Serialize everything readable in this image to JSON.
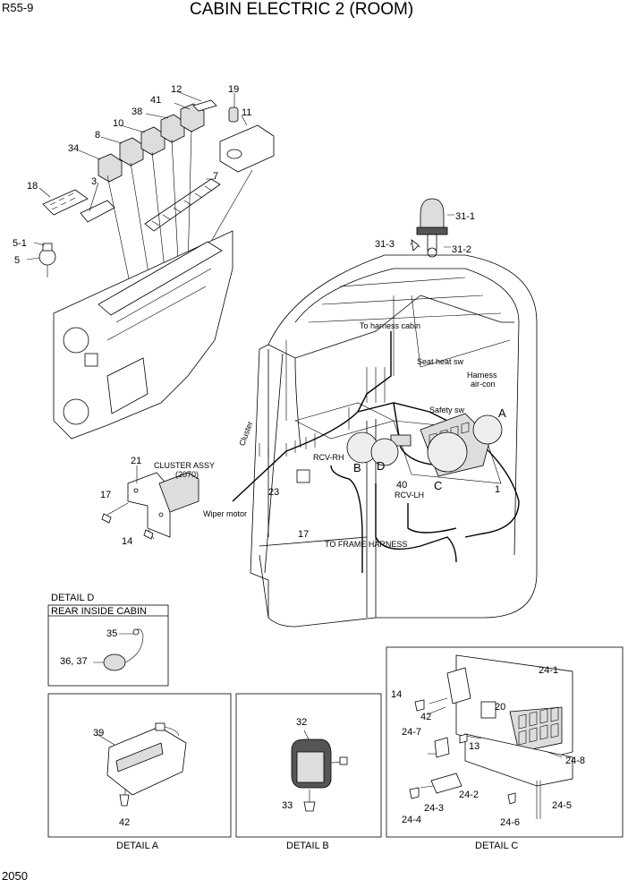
{
  "header": {
    "model": "R55-9",
    "title": "CABIN ELECTRIC 2 (ROOM)"
  },
  "footer": {
    "page_number": "2050"
  },
  "callouts": {
    "c12": "12",
    "c19": "19",
    "c41": "41",
    "c11": "11",
    "c38": "38",
    "c10": "10",
    "c8": "8",
    "c34": "34",
    "c7": "7",
    "c18": "18",
    "c3": "3",
    "c5_1": "5-1",
    "c5": "5",
    "c31_1": "31-1",
    "c31_3": "31-3",
    "c31_2": "31-2",
    "c21": "21",
    "c17a": "17",
    "c14a": "14",
    "c23": "23",
    "c17b": "17",
    "cB": "B",
    "cD": "D",
    "cC": "C",
    "cA": "A",
    "c40": "40",
    "c1": "1",
    "c35": "35",
    "c36_37": "36, 37",
    "c39": "39",
    "c42a": "42",
    "c32": "32",
    "c33": "33",
    "c24_1": "24-1",
    "c14b": "14",
    "c42b": "42",
    "c20": "20",
    "c24_7": "24-7",
    "c13": "13",
    "c24_8": "24-8",
    "c24_2": "24-2",
    "c24_3": "24-3",
    "c24_4": "24-4",
    "c24_5": "24-5",
    "c24_6": "24-6"
  },
  "annotations": {
    "harness_cabin": "To harness cabin",
    "seat_heat_sw": "Seat heat sw",
    "harness": "Harness",
    "air_con": "air-con",
    "safety_sw": "Safety sw",
    "cluster": "Cluster",
    "rcv_rh": "RCV-RH",
    "rcv_lh": "RCV-LH",
    "wiper_motor": "Wiper motor",
    "frame_harness": "TO FRAME HARNESS",
    "cluster_assy": "CLUSTER ASSY",
    "cluster_assy_ref": "(2070)"
  },
  "details": {
    "d_title": "DETAIL D",
    "d_subtitle": "REAR INSIDE CABIN",
    "a_title": "DETAIL A",
    "b_title": "DETAIL B",
    "c_title": "DETAIL C"
  }
}
